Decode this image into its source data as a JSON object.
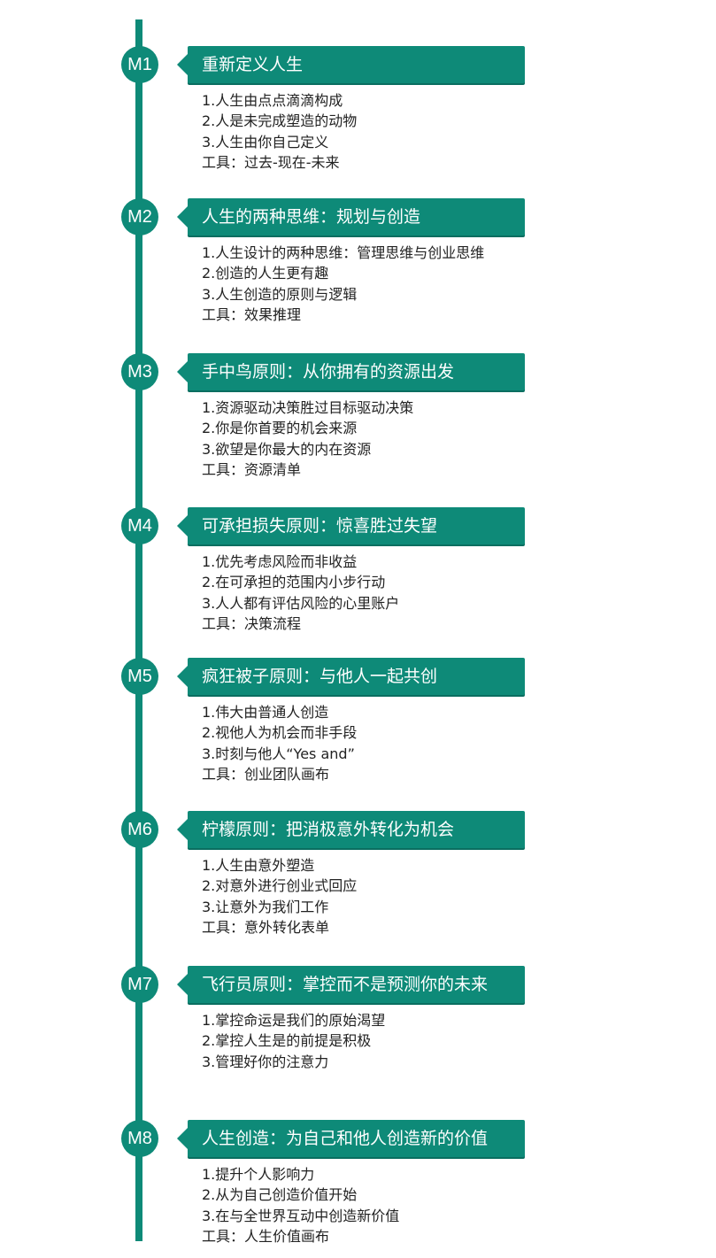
{
  "modules": [
    {
      "badge": "M1",
      "title": "重新定义人生",
      "items": [
        "1.人生由点点滴滴构成",
        "2.人是未完成塑造的动物",
        "3.人生由你自己定义",
        "工具：过去-现在-未来"
      ]
    },
    {
      "badge": "M2",
      "title": "人生的两种思维：规划与创造",
      "items": [
        "1.人生设计的两种思维：管理思维与创业思维",
        "2.创造的人生更有趣",
        "3.人生创造的原则与逻辑",
        "工具：效果推理"
      ]
    },
    {
      "badge": "M3",
      "title": "手中鸟原则：从你拥有的资源出发",
      "items": [
        "1.资源驱动决策胜过目标驱动决策",
        "2.你是你首要的机会来源",
        "3.欲望是你最大的内在资源",
        "工具：资源清单"
      ]
    },
    {
      "badge": "M4",
      "title": "可承担损失原则：惊喜胜过失望",
      "items": [
        "1.优先考虑风险而非收益",
        "2.在可承担的范围内小步行动",
        "3.人人都有评估风险的心里账户",
        "工具：决策流程"
      ]
    },
    {
      "badge": "M5",
      "title": "疯狂被子原则：与他人一起共创",
      "items": [
        "1.伟大由普通人创造",
        "2.视他人为机会而非手段",
        "3.时刻与他人“Yes and”",
        "工具：创业团队画布"
      ]
    },
    {
      "badge": "M6",
      "title": "柠檬原则：把消极意外转化为机会",
      "items": [
        "1.人生由意外塑造",
        "2.对意外进行创业式回应",
        "3.让意外为我们工作",
        "工具：意外转化表单"
      ]
    },
    {
      "badge": "M7",
      "title": "飞行员原则：掌控而不是预测你的未来",
      "items": [
        "1.掌控命运是我们的原始渴望",
        "2.掌控人生是的前提是积极",
        "3.管理好你的注意力"
      ]
    },
    {
      "badge": "M8",
      "title": "人生创造：为自己和他人创造新的价值",
      "items": [
        "1.提升个人影响力",
        "2.从为自己创造价值开始",
        "3.在与全世界互动中创造新价值",
        "工具：人生价值画布"
      ]
    }
  ],
  "colors": {
    "accent": "#0e8a78",
    "text": "#222222",
    "banner_text": "#ffffff"
  }
}
